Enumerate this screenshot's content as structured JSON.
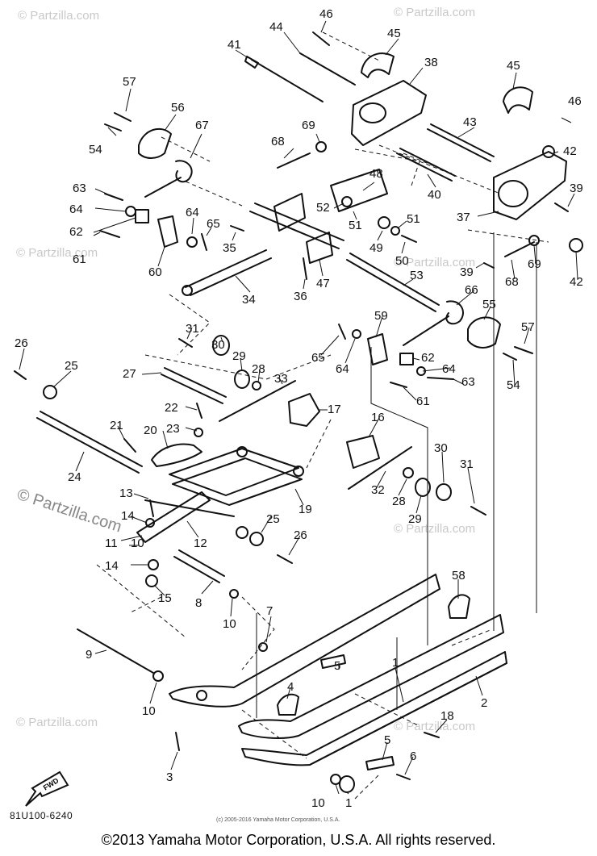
{
  "watermark": {
    "text": "© Partzilla.com"
  },
  "diagram_code": "81U100-6240",
  "small_copyright": "(c) 2005-2016 Yamaha Motor Corporation, U.S.A.",
  "footer_copyright": "©2013 Yamaha Motor Corporation, U.S.A. All rights reserved.",
  "fwd_label": "FWD",
  "callouts": {
    "n46a": "46",
    "n44": "44",
    "n45a": "45",
    "n41": "41",
    "n38": "38",
    "n45b": "45",
    "n57a": "57",
    "n56": "56",
    "n46b": "46",
    "n54a": "54",
    "n67": "67",
    "n69a": "69",
    "n68a": "68",
    "n43": "43",
    "n42a": "42",
    "n63a": "63",
    "n48": "48",
    "n39a": "39",
    "n64a": "64",
    "n52": "52",
    "n40": "40",
    "n37": "37",
    "n62a": "62",
    "n64b": "64",
    "n65a": "65",
    "n51a": "51",
    "n51b": "51",
    "n35": "35",
    "n49": "49",
    "n61a": "61",
    "n60": "60",
    "n50": "50",
    "n39b": "39",
    "n69b": "69",
    "n68b": "68",
    "n42b": "42",
    "n47": "47",
    "n36": "36",
    "n53": "53",
    "n34": "34",
    "n66": "66",
    "n55": "55",
    "n59": "59",
    "n31a": "31",
    "n26a": "26",
    "n30a": "30",
    "n57b": "57",
    "n65b": "65",
    "n64c": "64",
    "n29a": "29",
    "n28a": "28",
    "n62b": "62",
    "n64d": "64",
    "n25a": "25",
    "n33": "33",
    "n63b": "63",
    "n27": "27",
    "n54b": "54",
    "n61b": "61",
    "n22": "22",
    "n17": "17",
    "n23": "23",
    "n20": "20",
    "n21": "21",
    "n16": "16",
    "n24": "24",
    "n30b": "30",
    "n31b": "31",
    "n13": "13",
    "n32": "32",
    "n28b": "28",
    "n29b": "29",
    "n19": "19",
    "n14a": "14",
    "n25b": "25",
    "n11": "11",
    "n12": "12",
    "n26b": "26",
    "n10a": "10",
    "n14b": "14",
    "n15": "15",
    "n8": "8",
    "n58": "58",
    "n10b": "10",
    "n7": "7",
    "n9": "9",
    "n5a": "5",
    "n1a": "1",
    "n4": "4",
    "n10c": "10",
    "n2": "2",
    "n18": "18",
    "n3": "3",
    "n5b": "5",
    "n6": "6",
    "n10d": "10",
    "n1b": "1"
  }
}
